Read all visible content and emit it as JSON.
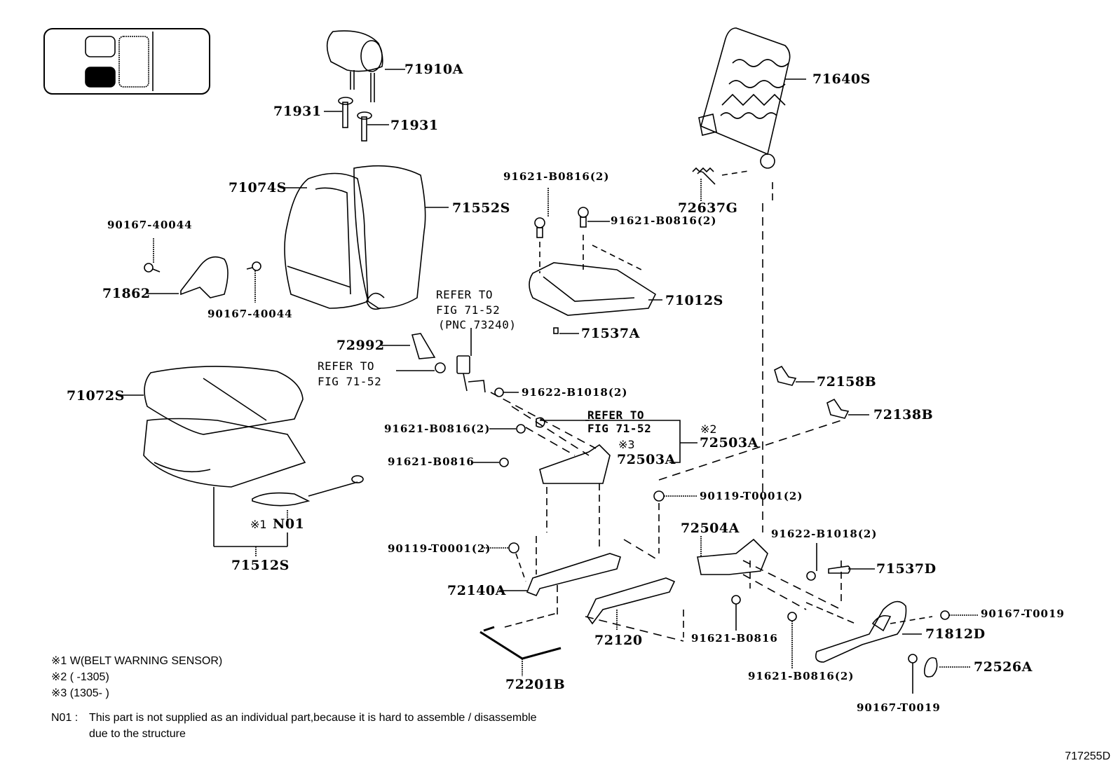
{
  "diagram": {
    "title": "Front seat assembly exploded parts diagram",
    "figure_id": "717255D",
    "locator_icon": "vehicle-seat-position-icon",
    "parts": {
      "p71910A": "71910A",
      "p71931a": "71931",
      "p71931b": "71931",
      "p71640S": "71640S",
      "p71074S": "71074S",
      "p71552S": "71552S",
      "p90167_40044a": "90167-40044",
      "p90167_40044b": "90167-40044",
      "p71862": "71862",
      "p91621_B0816_2a": "91621-B0816(2)",
      "p91621_B0816_2b": "91621-B0816(2)",
      "p72637G": "72637G",
      "p71012S": "71012S",
      "p71537A": "71537A",
      "p72992": "72992",
      "p71072S": "71072S",
      "p91622_B1018_2a": "91622-B1018(2)",
      "p72158B": "72158B",
      "p72138B": "72138B",
      "p91621_B0816_2c": "91621-B0816(2)",
      "p91621_B0816a": "91621-B0816",
      "p72503A_a": "72503A",
      "p72503A_b": "72503A",
      "p90119_T0001_2a": "90119-T0001(2)",
      "pN01": "N01",
      "p71512S": "71512S",
      "p72504A": "72504A",
      "p91622_B1018_2b": "91622-B1018(2)",
      "p90119_T0001_2b": "90119-T0001(2)",
      "p71537D": "71537D",
      "p72140A": "72140A",
      "p72120": "72120",
      "p91621_B0816b": "91621-B0816",
      "p90167_T0019a": "90167-T0019",
      "p71812D": "71812D",
      "p72526A": "72526A",
      "p91621_B0816_2d": "91621-B0816(2)",
      "p90167_T0019b": "90167-T0019",
      "p72201B": "72201B"
    },
    "refers": {
      "ref1_line1": "REFER TO",
      "ref1_line2": "FIG 71-52",
      "ref1_line3": "(PNC 73240)",
      "ref2_line1": "REFER TO",
      "ref2_line2": "FIG 71-52",
      "ref3_line1": "REFER TO",
      "ref3_line2": "FIG 71-52"
    },
    "marks": {
      "m1": "※1",
      "m2": "※2",
      "m3": "※3"
    },
    "notes": {
      "n1": "※1 W(BELT WARNING SENSOR)",
      "n2": "※2 (      -1305)",
      "n3": "※3 (1305-      )",
      "n01_label": "N01 :",
      "n01_line1": "This part is not supplied as an individual part,because it is hard to assemble / disassemble",
      "n01_line2": "due to the structure"
    }
  }
}
